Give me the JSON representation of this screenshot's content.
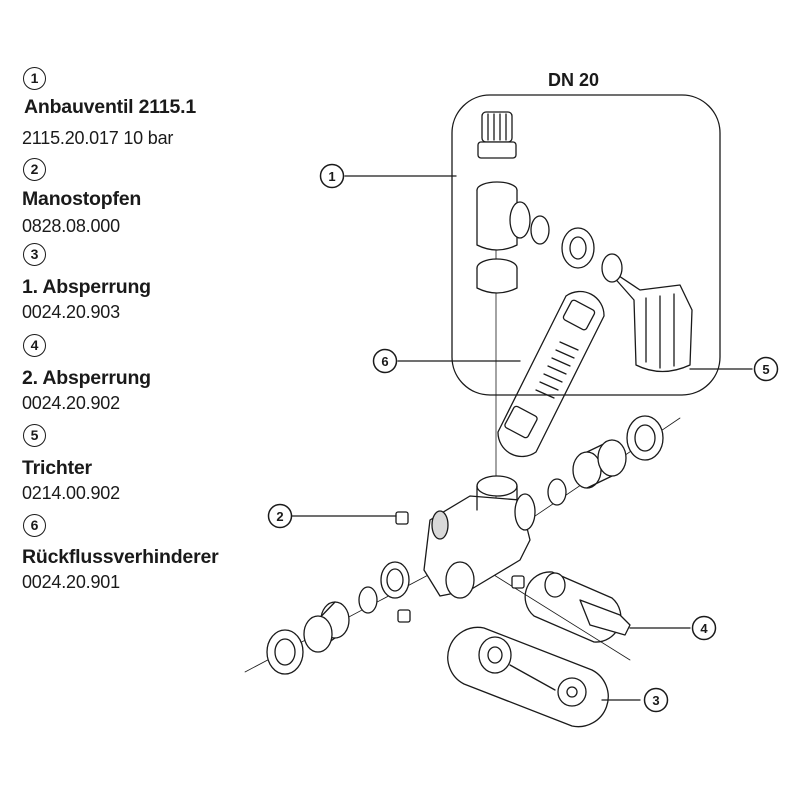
{
  "legend": {
    "items": [
      {
        "num": "1",
        "title": "Anbauventil 2115.1",
        "code": "2115.20.017  10 bar"
      },
      {
        "num": "2",
        "title": "Manostopfen",
        "code": "0828.08.000"
      },
      {
        "num": "3",
        "title": "1. Absperrung",
        "code": "0024.20.903"
      },
      {
        "num": "4",
        "title": "2. Absperrung",
        "code": "0024.20.902"
      },
      {
        "num": "5",
        "title": "Trichter",
        "code": "0214.00.902"
      },
      {
        "num": "6",
        "title": "Rückflussverhinderer",
        "code": "0024.20.901"
      }
    ]
  },
  "diagram": {
    "dn_label": "DN 20",
    "callouts": [
      "1",
      "2",
      "3",
      "4",
      "5",
      "6"
    ]
  },
  "colors": {
    "line": "#1a1a1a",
    "part_fill": "#ffffff",
    "shade": "#d9d9d9"
  }
}
